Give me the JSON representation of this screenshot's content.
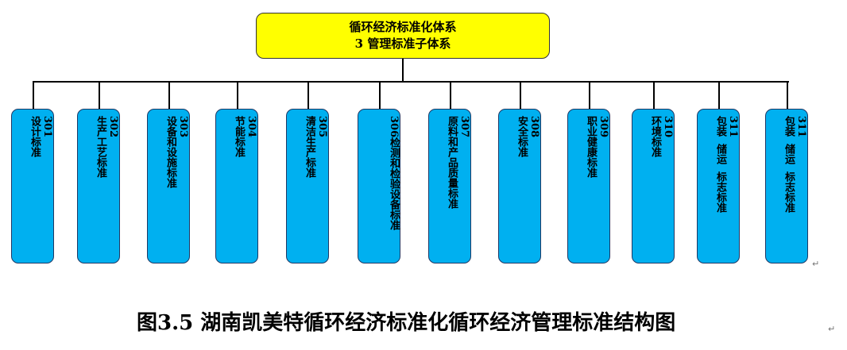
{
  "root": {
    "line1": "循环经济标准化体系",
    "line2": "3  管理标准子体系"
  },
  "children": [
    {
      "id": "301",
      "label": "301\n设计标准"
    },
    {
      "id": "302",
      "label": "302\n生产工艺标准"
    },
    {
      "id": "303",
      "label": "303\n设备和设施标准"
    },
    {
      "id": "304",
      "label": "304\n节能标准"
    },
    {
      "id": "305",
      "label": "305\n清洁生产标准"
    },
    {
      "id": "306",
      "label": "306检测和检验设备标准"
    },
    {
      "id": "307",
      "label": "307\n原料和产品质量标准"
    },
    {
      "id": "308",
      "label": "308\n安全标准"
    },
    {
      "id": "309",
      "label": "309\n职业健康标准"
    },
    {
      "id": "310",
      "label": "310\n环境标准"
    },
    {
      "id": "311a",
      "label": "311\n包装  储运  标志标准"
    },
    {
      "id": "311b",
      "label": "311\n包装  储运  标志标准"
    }
  ],
  "caption": "图3.5  湖南凯美特循环经济标准化循环经济管理标准结构图",
  "colors": {
    "root_fill": "#ffff00",
    "child_fill": "#00b0f0",
    "child_border": "#1f3864"
  }
}
